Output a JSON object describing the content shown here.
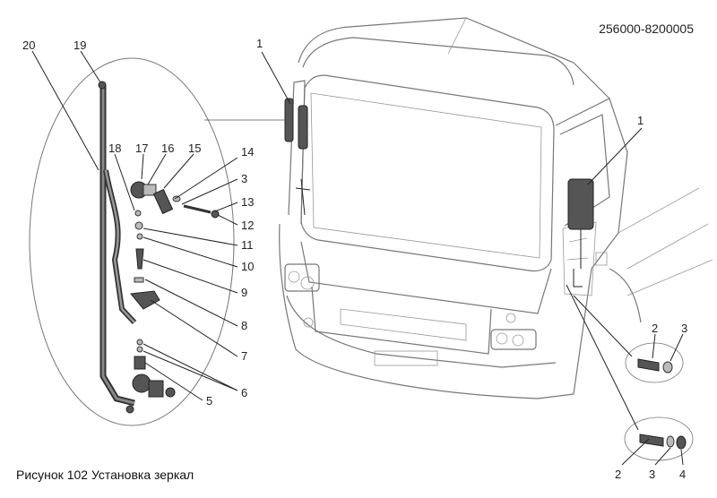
{
  "document": {
    "code": "256000-8200005",
    "caption": "Рисунок 102  Установка зеркал"
  },
  "callouts": {
    "c1a": "1",
    "c1b": "1",
    "c20": "20",
    "c19": "19",
    "c18": "18",
    "c17": "17",
    "c16": "16",
    "c15": "15",
    "c14": "14",
    "c3a": "3",
    "c13": "13",
    "c12": "12",
    "c11": "11",
    "c10": "10",
    "c9": "9",
    "c8": "8",
    "c7": "7",
    "c6": "6",
    "c5": "5",
    "d2a": "2",
    "d3a": "3",
    "d2b": "2",
    "d3b": "3",
    "d4b": "4"
  }
}
